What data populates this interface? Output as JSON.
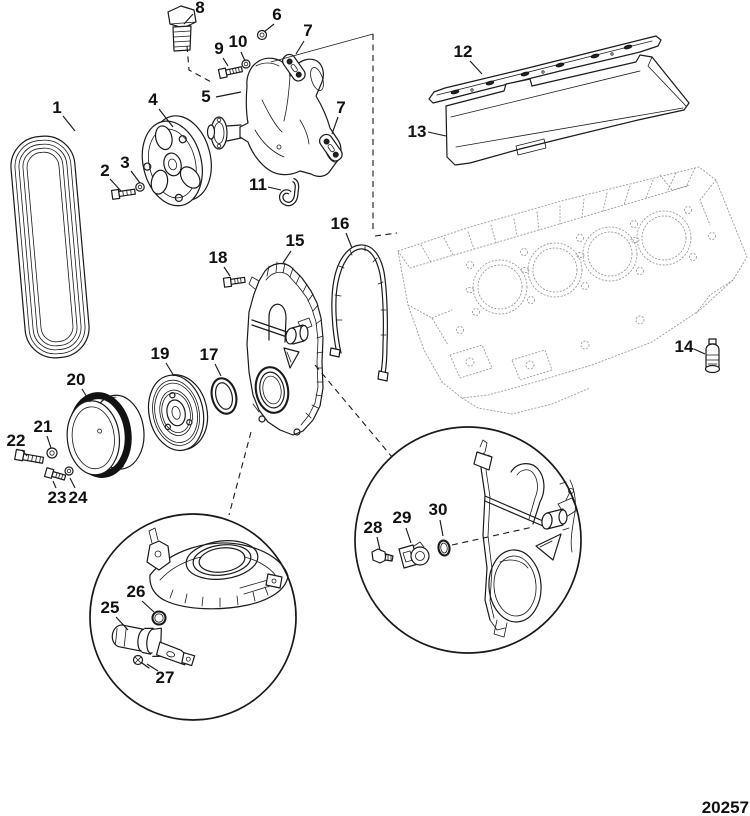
{
  "figure": {
    "number": "20257"
  },
  "diagram": {
    "type": "exploded-parts-diagram",
    "background_color": "#ffffff",
    "line_color": "#1a1a1a",
    "phantom_color": "#9a9a9a"
  },
  "callouts": [
    {
      "n": "1",
      "label": [
        57,
        107
      ],
      "leader": [
        [
          63,
          116
        ],
        [
          75,
          131
        ]
      ]
    },
    {
      "n": "2",
      "label": [
        105,
        170
      ],
      "leader": [
        [
          110,
          179
        ],
        [
          121,
          191
        ]
      ]
    },
    {
      "n": "3",
      "label": [
        125,
        162
      ],
      "leader": [
        [
          131,
          171
        ],
        [
          140,
          183
        ]
      ]
    },
    {
      "n": "4",
      "label": [
        153,
        99
      ],
      "leader": [
        [
          159,
          109
        ],
        [
          173,
          127
        ]
      ]
    },
    {
      "n": "5",
      "label": [
        206,
        96
      ],
      "leader": [
        [
          216,
          97
        ],
        [
          241,
          92
        ]
      ]
    },
    {
      "n": "6",
      "label": [
        277,
        14
      ],
      "leader": [
        [
          274,
          24
        ],
        [
          264,
          32
        ]
      ]
    },
    {
      "n": "7",
      "label": [
        308,
        30
      ],
      "leader": [
        [
          304,
          41
        ],
        [
          296,
          54
        ]
      ]
    },
    {
      "n": "7",
      "label": [
        341,
        107
      ],
      "leader": [
        [
          338,
          117
        ],
        [
          332,
          134
        ]
      ]
    },
    {
      "n": "8",
      "label": [
        200,
        7
      ],
      "leader": [
        [
          193,
          14
        ],
        [
          184,
          24
        ]
      ]
    },
    {
      "n": "9",
      "label": [
        219,
        48
      ],
      "leader": [
        [
          223,
          58
        ],
        [
          228,
          66
        ]
      ]
    },
    {
      "n": "10",
      "label": [
        238,
        41
      ],
      "leader": [
        [
          241,
          52
        ],
        [
          245,
          61
        ]
      ]
    },
    {
      "n": "11",
      "label": [
        258,
        184
      ],
      "leader": [
        [
          268,
          187
        ],
        [
          281,
          190
        ]
      ]
    },
    {
      "n": "12",
      "label": [
        463,
        51
      ],
      "leader": [
        [
          470,
          61
        ],
        [
          482,
          74
        ]
      ]
    },
    {
      "n": "13",
      "label": [
        417,
        131
      ],
      "leader": [
        [
          428,
          132
        ],
        [
          446,
          136
        ]
      ]
    },
    {
      "n": "14",
      "label": [
        684,
        346
      ],
      "leader": [
        [
          694,
          349
        ],
        [
          705,
          354
        ]
      ]
    },
    {
      "n": "15",
      "label": [
        295,
        240
      ],
      "leader": [
        [
          291,
          251
        ],
        [
          283,
          263
        ]
      ]
    },
    {
      "n": "16",
      "label": [
        340,
        223
      ],
      "leader": [
        [
          346,
          233
        ],
        [
          352,
          248
        ]
      ]
    },
    {
      "n": "17",
      "label": [
        209,
        354
      ],
      "leader": [
        [
          215,
          364
        ],
        [
          221,
          376
        ]
      ]
    },
    {
      "n": "18",
      "label": [
        218,
        257
      ],
      "leader": [
        [
          224,
          267
        ],
        [
          230,
          276
        ]
      ]
    },
    {
      "n": "19",
      "label": [
        160,
        353
      ],
      "leader": [
        [
          166,
          363
        ],
        [
          174,
          376
        ]
      ]
    },
    {
      "n": "20",
      "label": [
        76,
        379
      ],
      "leader": [
        [
          82,
          389
        ],
        [
          90,
          402
        ]
      ]
    },
    {
      "n": "21",
      "label": [
        43,
        426
      ],
      "leader": [
        [
          47,
          436
        ],
        [
          51,
          448
        ]
      ]
    },
    {
      "n": "22",
      "label": [
        16,
        440
      ],
      "leader": [
        [
          22,
          450
        ],
        [
          27,
          456
        ]
      ]
    },
    {
      "n": "23",
      "label": [
        57,
        497
      ],
      "leader": [
        [
          56,
          488
        ],
        [
          53,
          481
        ]
      ]
    },
    {
      "n": "24",
      "label": [
        78,
        497
      ],
      "leader": [
        [
          75,
          488
        ],
        [
          70,
          478
        ]
      ]
    },
    {
      "n": "25",
      "label": [
        110,
        607
      ],
      "leader": [
        [
          116,
          617
        ],
        [
          128,
          630
        ]
      ]
    },
    {
      "n": "26",
      "label": [
        136,
        591
      ],
      "leader": [
        [
          142,
          601
        ],
        [
          154,
          612
        ]
      ]
    },
    {
      "n": "27",
      "label": [
        165,
        677
      ],
      "leader": [
        [
          158,
          671
        ],
        [
          147,
          664
        ]
      ]
    },
    {
      "n": "28",
      "label": [
        373,
        527
      ],
      "leader": [
        [
          377,
          537
        ],
        [
          380,
          550
        ]
      ]
    },
    {
      "n": "29",
      "label": [
        402,
        517
      ],
      "leader": [
        [
          406,
          528
        ],
        [
          411,
          543
        ]
      ]
    },
    {
      "n": "30",
      "label": [
        438,
        509
      ],
      "leader": [
        [
          440,
          520
        ],
        [
          443,
          536
        ]
      ]
    }
  ]
}
